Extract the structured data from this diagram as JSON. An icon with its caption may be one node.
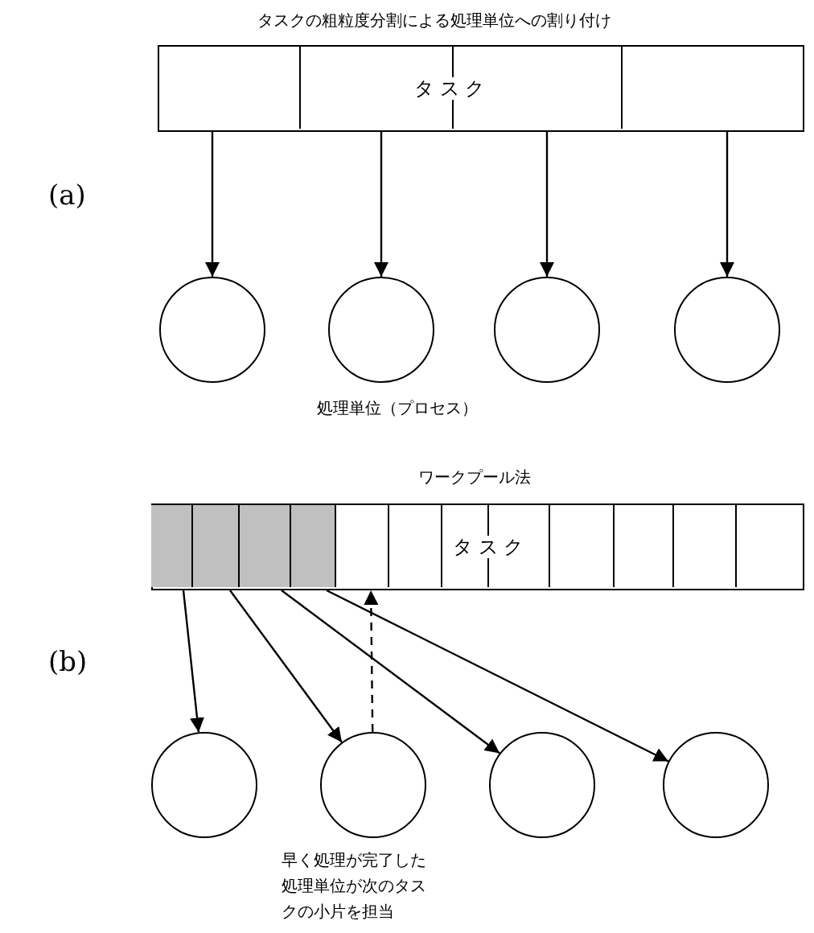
{
  "diagram": {
    "nodes": [
      {
        "text": [],
        "shape": "bar"
      },
      {
        "text": [],
        "shape": "box",
        "in": 0
      },
      {
        "text": [],
        "shape": "box",
        "in": 0
      },
      {
        "text": [],
        "shape": "box",
        "in": 0
      },
      {
        "text": [],
        "shape": "box",
        "in": 0
      },
      {
        "text": [
          "タ ス ク"
        ],
        "in": 0
      },
      {
        "text": [],
        "shape": "circle"
      },
      {
        "text": [],
        "shape": "circle"
      },
      {
        "text": [],
        "shape": "circle"
      },
      {
        "text": [],
        "shape": "circle"
      },
      {
        "text": [],
        "shape": "bar"
      },
      {
        "text": [],
        "shape": "box",
        "in": 10
      },
      {
        "text": [],
        "shape": "box",
        "in": 10
      },
      {
        "text": [],
        "shape": "box",
        "in": 10
      },
      {
        "text": [],
        "shape": "box",
        "in": 10
      },
      {
        "text": [],
        "shape": "box",
        "in": 10
      },
      {
        "text": [],
        "shape": "box",
        "in": 10
      },
      {
        "text": [],
        "shape": "box",
        "in": 10
      },
      {
        "text": [],
        "shape": "box",
        "in": 10
      },
      {
        "text": [],
        "shape": "box",
        "in": 10
      },
      {
        "text": [],
        "shape": "box",
        "in": 10
      },
      {
        "text": [],
        "shape": "box",
        "in": 10
      },
      {
        "text": [],
        "shape": "box",
        "in": 10
      },
      {
        "text": [
          "タ ス ク"
        ],
        "in": 10
      },
      {
        "text": [],
        "shape": "circle"
      },
      {
        "text": [],
        "shape": "circle"
      },
      {
        "text": [],
        "shape": "circle"
      },
      {
        "text": [],
        "shape": "circle"
      }
    ],
    "edges": [
      {
        "from": 1,
        "to": 6,
        "arrow": "to"
      },
      {
        "from": 2,
        "to": 7,
        "arrow": "to"
      },
      {
        "from": 3,
        "to": 8,
        "arrow": "to"
      },
      {
        "from": 4,
        "to": 9,
        "arrow": "to"
      },
      {
        "from": 11,
        "to": 24,
        "arrow": "to"
      },
      {
        "from": 12,
        "to": 25,
        "arrow": "to"
      },
      {
        "from": 13,
        "to": 26,
        "arrow": "to"
      },
      {
        "from": 14,
        "to": 27,
        "arrow": "to"
      },
      {
        "from": 25,
        "to": 15,
        "arrow": "to",
        "style": "dashed"
      }
    ],
    "labels": [
      "タスクの粗粒度分割による処理単位への割り付け",
      "(a)",
      "処理単位（プロセス）",
      "ワークプール法",
      "(b)",
      "早く処理が完了した処理単位が次のタスクの小片を担当"
    ]
  }
}
